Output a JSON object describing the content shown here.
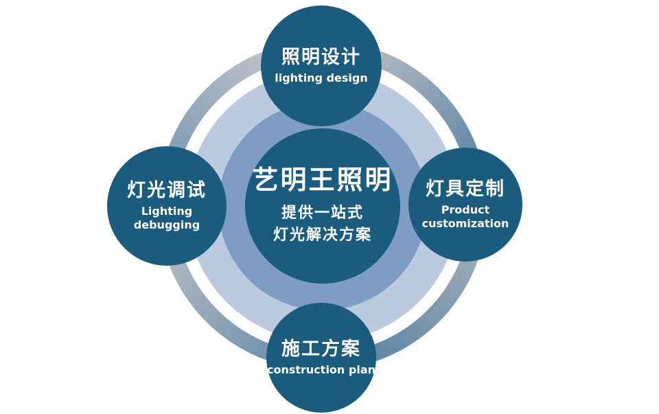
{
  "diagram": {
    "center": {
      "title": "艺明王照明",
      "subtitle": "提供一站式\n灯光解决方案"
    },
    "nodes": {
      "top": {
        "zh": "照明设计",
        "en": "lighting design"
      },
      "right": {
        "zh": "灯具定制",
        "en": "Product\ncustomization"
      },
      "bottom": {
        "zh": "施工方案",
        "en": "construction plan"
      },
      "left": {
        "zh": "灯光调试",
        "en": "Lighting\ndebugging"
      }
    },
    "colors": {
      "node_fill": "#1b5b7e",
      "inner_ring": "#7f9cc3",
      "outer_ring": "#bccadf",
      "arc_start": "#b3bac2",
      "arc_end": "#6288a6",
      "text": "#ffffff",
      "background": "#ffffff"
    }
  }
}
